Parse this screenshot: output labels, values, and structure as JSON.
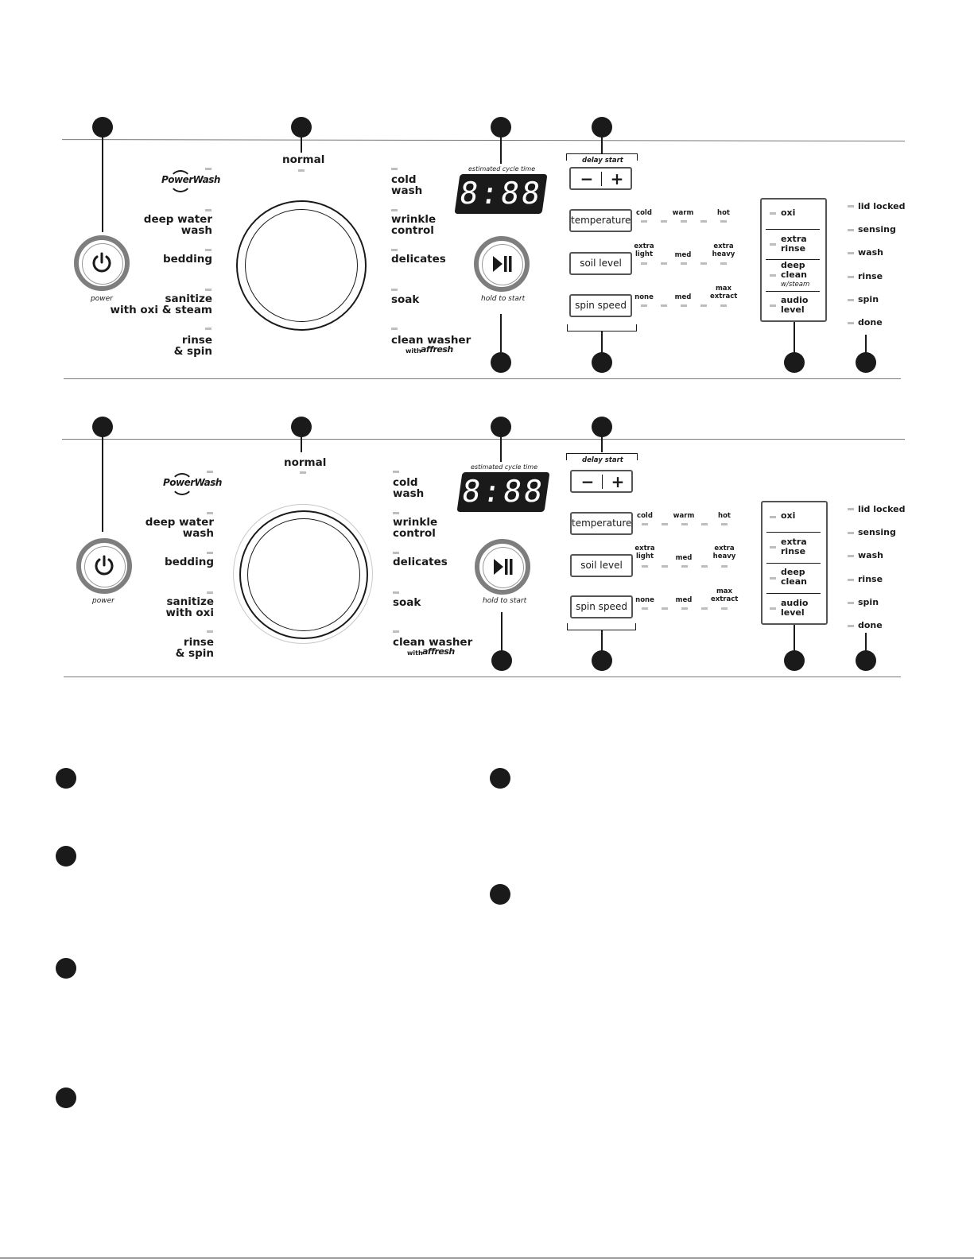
{
  "panels": [
    {
      "variant": "with_steam",
      "cycles_left": {
        "brand": "PowerWash",
        "deep_water": "deep water\nwash",
        "bedding": "bedding",
        "sanitize": "sanitize\nwith oxi & steam",
        "rinse_spin": "rinse\n& spin"
      },
      "normal_label": "normal",
      "cycles_right": {
        "cold_wash": "cold\nwash",
        "wrinkle": "wrinkle\ncontrol",
        "delicates": "delicates",
        "soak": "soak",
        "clean_washer": "clean washer",
        "clean_washer_sub": "with",
        "clean_washer_brand": "affresh"
      },
      "power_label": "power",
      "display_caption": "estimated cycle time",
      "display_digits": "8:88",
      "start_label": "hold to start",
      "delay": {
        "label": "delay start",
        "minus": "−",
        "plus": "+"
      },
      "temperature": {
        "button": "temperature",
        "levels": [
          "cold",
          "warm",
          "hot"
        ]
      },
      "soil": {
        "button": "soil level",
        "levels": [
          "extra\nlight",
          "med",
          "extra\nheavy"
        ]
      },
      "spin": {
        "button": "spin speed",
        "levels": [
          "none",
          "med",
          "max\nextract"
        ]
      },
      "options": [
        "oxi",
        "extra\nrinse",
        "deep\nclean",
        "audio\nlevel"
      ],
      "options_sub": "w/steam",
      "status": [
        "lid locked",
        "sensing",
        "wash",
        "rinse",
        "spin",
        "done"
      ]
    },
    {
      "variant": "standard",
      "cycles_left": {
        "brand": "PowerWash",
        "deep_water": "deep water\nwash",
        "bedding": "bedding",
        "sanitize": "sanitize\nwith oxi",
        "rinse_spin": "rinse\n& spin"
      },
      "normal_label": "normal",
      "cycles_right": {
        "cold_wash": "cold\nwash",
        "wrinkle": "wrinkle\ncontrol",
        "delicates": "delicates",
        "soak": "soak",
        "clean_washer": "clean washer",
        "clean_washer_sub": "with",
        "clean_washer_brand": "affresh"
      },
      "power_label": "power",
      "display_caption": "estimated cycle time",
      "display_digits": "8:88",
      "start_label": "hold to start",
      "delay": {
        "label": "delay start",
        "minus": "−",
        "plus": "+"
      },
      "temperature": {
        "button": "temperature",
        "levels": [
          "cold",
          "warm",
          "hot"
        ]
      },
      "soil": {
        "button": "soil level",
        "levels": [
          "extra\nlight",
          "med",
          "extra\nheavy"
        ]
      },
      "spin": {
        "button": "spin speed",
        "levels": [
          "none",
          "med",
          "max\nextract"
        ]
      },
      "options": [
        "oxi",
        "extra\nrinse",
        "deep\nclean",
        "audio\nlevel"
      ],
      "options_sub": "",
      "status": [
        "lid locked",
        "sensing",
        "wash",
        "rinse",
        "spin",
        "done"
      ]
    }
  ]
}
